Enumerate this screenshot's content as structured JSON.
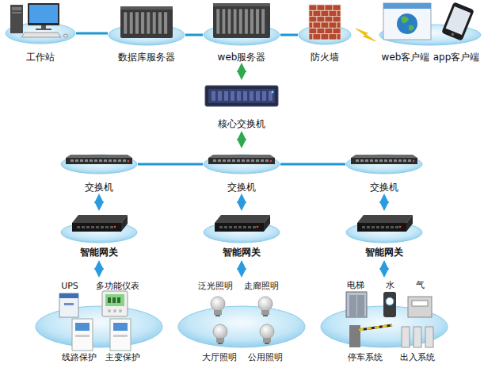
{
  "diagram": {
    "nodes": [
      {
        "text": [
          "工作站"
        ]
      },
      {
        "text": [
          "数据库服务器"
        ]
      },
      {
        "text": [
          "web服务器"
        ]
      },
      {
        "text": [
          "防火墙"
        ]
      },
      {
        "text": [
          "web客户端",
          "app客户端"
        ]
      },
      {
        "text": [
          "核心交换机"
        ]
      },
      {
        "text": [
          "交换机"
        ]
      },
      {
        "text": [
          "交换机"
        ]
      },
      {
        "text": [
          "交换机"
        ]
      },
      {
        "text": [
          "智能网关"
        ]
      },
      {
        "text": [
          "智能网关"
        ]
      },
      {
        "text": [
          "智能网关"
        ]
      },
      {
        "text": [
          "UPS",
          "多功能仪表",
          "线路保护",
          "主变保护"
        ]
      },
      {
        "text": [
          "泛光照明",
          "走廊照明",
          "大厅照明",
          "公用照明"
        ]
      },
      {
        "text": [
          "电梯",
          "水",
          "气",
          "停车系统",
          "出入系统"
        ]
      }
    ],
    "edges": [
      {
        "from": 0,
        "to": 1,
        "arrow": "none"
      },
      {
        "from": 1,
        "to": 2,
        "arrow": "none"
      },
      {
        "from": 2,
        "to": 3,
        "arrow": "none"
      },
      {
        "from": 3,
        "to": 4,
        "arrow": "none"
      },
      {
        "from": 2,
        "to": 5,
        "arrow": "both"
      },
      {
        "from": 5,
        "to": 7,
        "arrow": "both"
      },
      {
        "from": 6,
        "to": 7,
        "arrow": "none"
      },
      {
        "from": 7,
        "to": 8,
        "arrow": "none"
      },
      {
        "from": 6,
        "to": 9,
        "arrow": "both"
      },
      {
        "from": 7,
        "to": 10,
        "arrow": "both"
      },
      {
        "from": 8,
        "to": 11,
        "arrow": "both"
      },
      {
        "from": 9,
        "to": 12,
        "arrow": "both"
      },
      {
        "from": 10,
        "to": 13,
        "arrow": "both"
      },
      {
        "from": 11,
        "to": 14,
        "arrow": "both"
      }
    ]
  }
}
